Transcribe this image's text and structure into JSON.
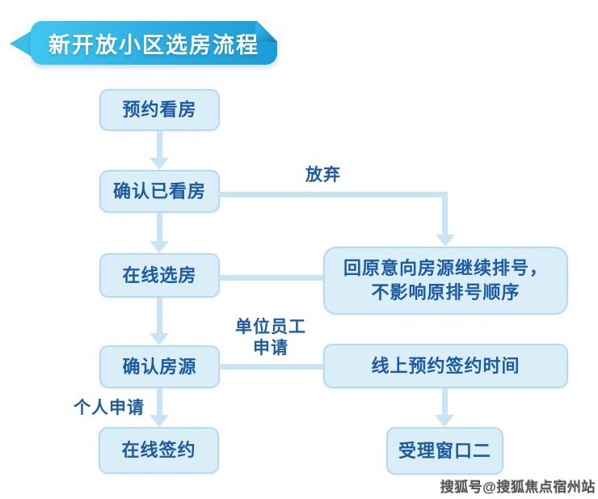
{
  "header": {
    "title": "新开放小区选房流程"
  },
  "flow": {
    "book_viewing": "预约看房",
    "confirm_viewed": "确认已看房",
    "online_select": "在线选房",
    "confirm_listing": "确认房源",
    "online_sign": "在线签约",
    "requeue_line1": "回原意向房源继续排号，",
    "requeue_line2": "不影响原排号顺序",
    "reserve_sign_time": "线上预约签约时间",
    "accept_window": "受理窗口二"
  },
  "labels": {
    "abandon": "放弃",
    "employee_line1": "单位员工",
    "employee_line2": "申请",
    "personal": "个人申请"
  },
  "watermark": "搜狐号@搜狐焦点宿州站",
  "colors": {
    "ribbon_start": "#40c7ef",
    "ribbon_end": "#1c9cd7",
    "box_fill": "#daeef8",
    "box_border": "#b5dcee",
    "box_text": "#1b5aa5",
    "connector": "#c9e5f3",
    "title_text": "#ffffff"
  }
}
